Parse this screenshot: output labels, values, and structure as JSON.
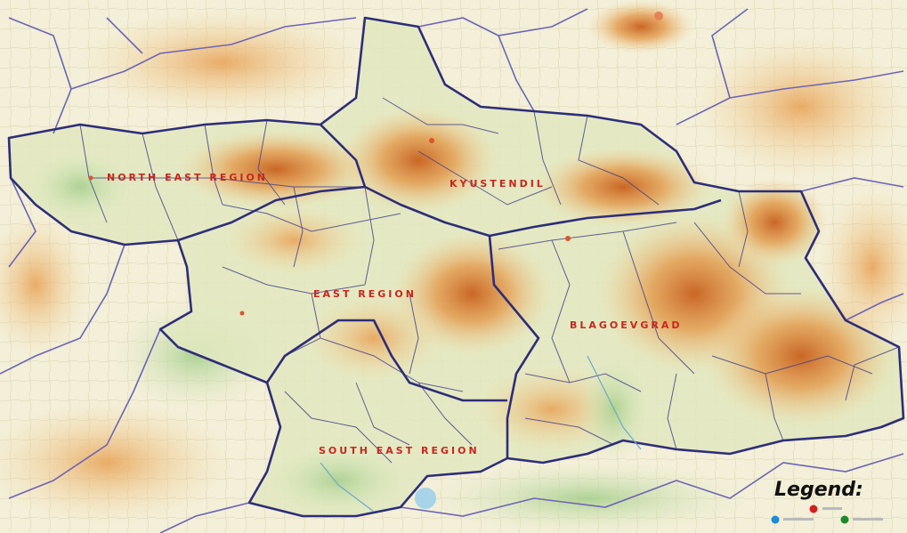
{
  "region_labels": {
    "north_east": "NORTH EAST REGION",
    "kyustendil": "KYUSTENDIL",
    "east": "EAST REGION",
    "blagoevgrad": "BLAGOEVGRAD",
    "south_east": "SOUTH EAST REGION"
  },
  "legend": {
    "title": "Legend:",
    "items": [
      {
        "color": "#d21f1f",
        "label": ""
      },
      {
        "color": "#1a8cd8",
        "label": ""
      },
      {
        "color": "#1e8a2a",
        "label": ""
      }
    ]
  },
  "colors": {
    "border_primary": "#2e2d78",
    "border_secondary": "#7b6fb8",
    "region_label": "#c8261f",
    "mountain_high": "#d97a2e",
    "mountain_mid": "#e9a95a",
    "lowland": "#d8e6b8",
    "background": "#f3efd8"
  }
}
